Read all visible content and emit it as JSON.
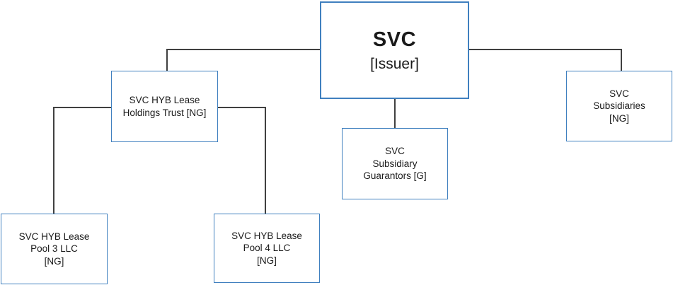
{
  "diagram": {
    "type": "org-chart",
    "colors": {
      "box_border": "#4080bf",
      "issuer_box_border": "#4080bf",
      "connector_line": "#404040",
      "background": "#ffffff",
      "text": "#1a1a1a"
    },
    "nodes": {
      "issuer": {
        "name": "SVC",
        "role": "[Issuer]"
      },
      "holdings_trust": {
        "label": "SVC HYB Lease\nHoldings Trust [NG]"
      },
      "subsidiary_guarantors": {
        "label": "SVC\nSubsidiary\nGuarantors [G]"
      },
      "subsidiaries": {
        "label": "SVC\nSubsidiaries\n[NG]"
      },
      "pool3": {
        "label": "SVC HYB Lease\nPool 3 LLC\n[NG]"
      },
      "pool4": {
        "label": "SVC HYB Lease\nPool 4 LLC\n[NG]"
      }
    },
    "edges": [
      {
        "from": "SVC [Issuer]",
        "to": "SVC HYB Lease Holdings Trust [NG]"
      },
      {
        "from": "SVC [Issuer]",
        "to": "SVC Subsidiary Guarantors [G]"
      },
      {
        "from": "SVC [Issuer]",
        "to": "SVC Subsidiaries [NG]"
      },
      {
        "from": "SVC HYB Lease Holdings Trust [NG]",
        "to": "SVC HYB Lease Pool 3 LLC [NG]"
      },
      {
        "from": "SVC HYB Lease Holdings Trust [NG]",
        "to": "SVC HYB Lease Pool 4 LLC [NG]"
      }
    ]
  }
}
